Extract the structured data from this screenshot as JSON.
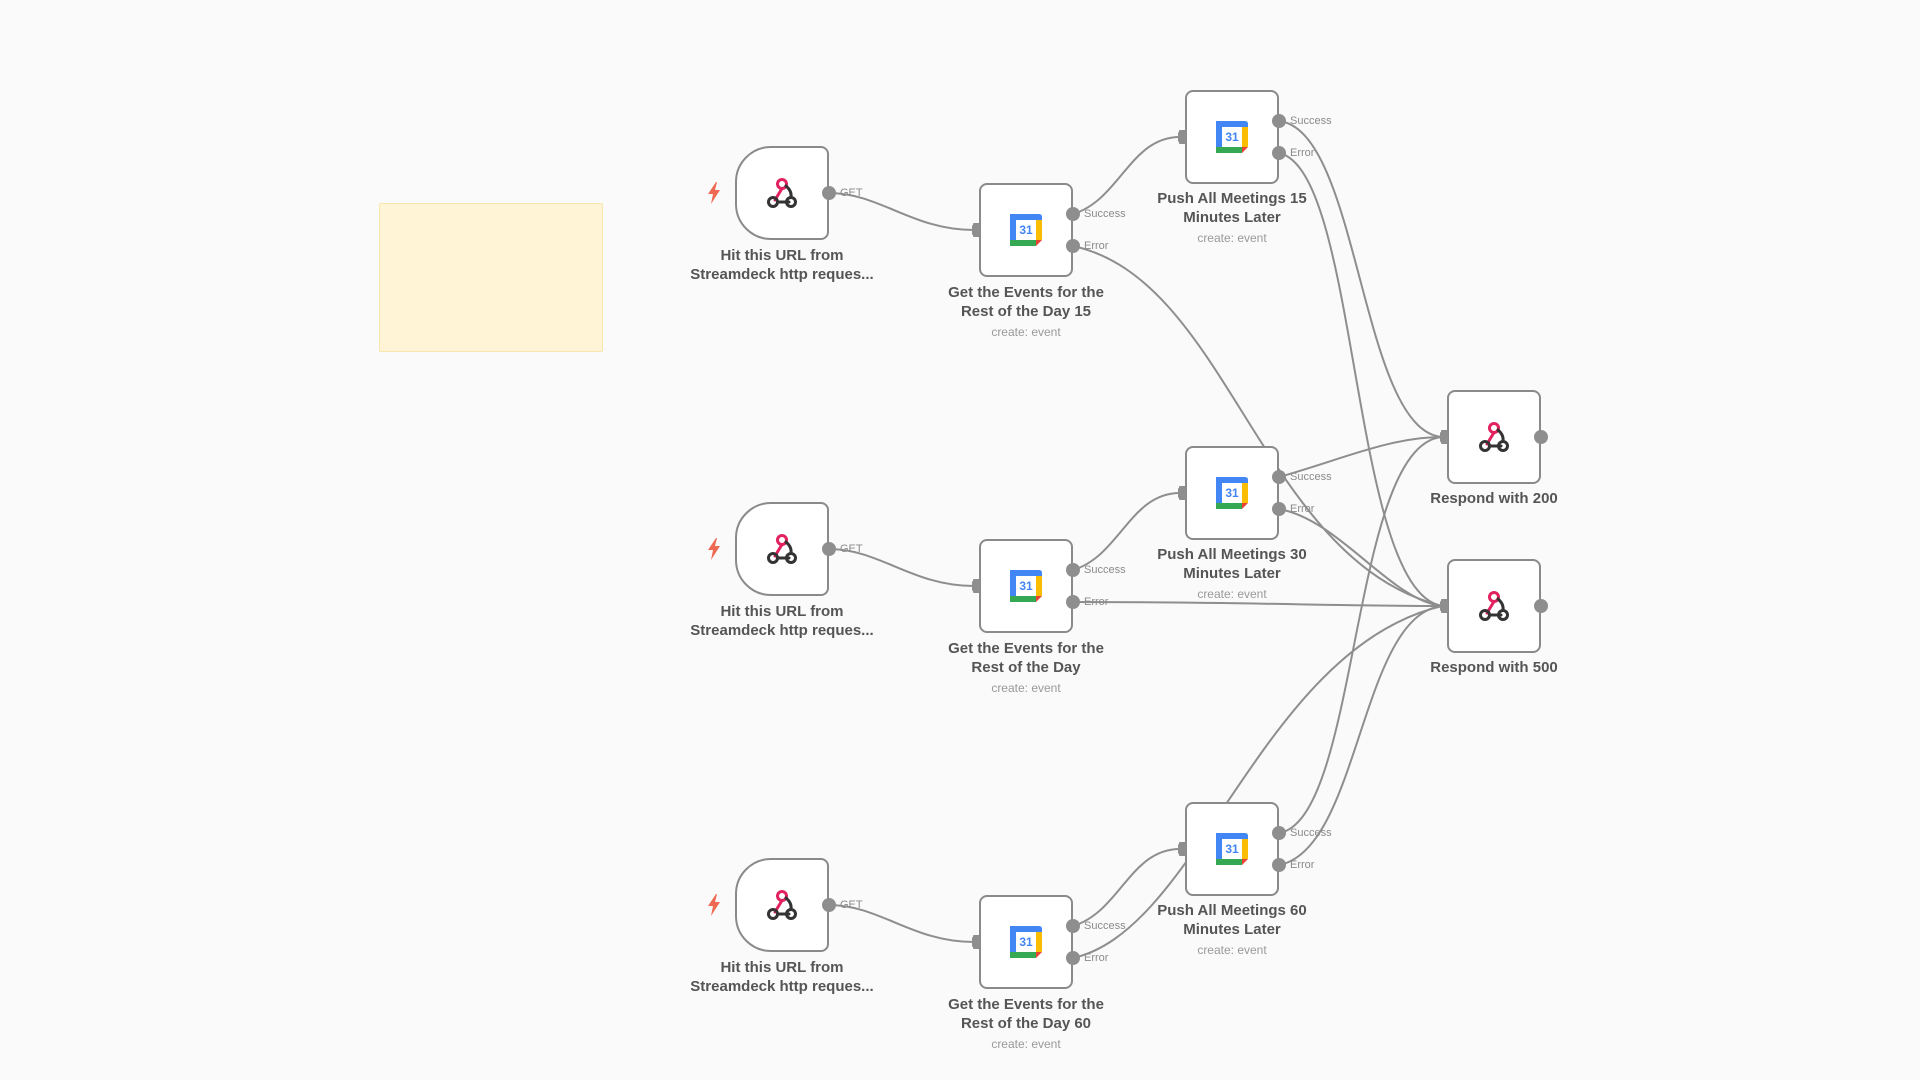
{
  "nodes": {
    "trigger15": {
      "title_line1": "Hit this URL from",
      "title_line2": "Streamdeck http reques...",
      "port_label": "GET"
    },
    "trigger30": {
      "title_line1": "Hit this URL from",
      "title_line2": "Streamdeck http reques...",
      "port_label": "GET"
    },
    "trigger60": {
      "title_line1": "Hit this URL from",
      "title_line2": "Streamdeck http reques...",
      "port_label": "GET"
    },
    "getEvents15": {
      "title_line1": "Get the Events for the",
      "title_line2": "Rest of the Day 15",
      "subtitle": "create: event",
      "success_label": "Success",
      "error_label": "Error",
      "icon_text": "31"
    },
    "getEvents30": {
      "title_line1": "Get the Events for the",
      "title_line2": "Rest of the Day",
      "subtitle": "create: event",
      "success_label": "Success",
      "error_label": "Error",
      "icon_text": "31"
    },
    "getEvents60": {
      "title_line1": "Get the Events for the",
      "title_line2": "Rest of the Day 60",
      "subtitle": "create: event",
      "success_label": "Success",
      "error_label": "Error",
      "icon_text": "31"
    },
    "push15": {
      "title_line1": "Push All Meetings 15",
      "title_line2": "Minutes Later",
      "subtitle": "create: event",
      "success_label": "Success",
      "error_label": "Error",
      "icon_text": "31"
    },
    "push30": {
      "title_line1": "Push All Meetings 30",
      "title_line2": "Minutes Later",
      "subtitle": "create: event",
      "success_label": "Success",
      "error_label": "Error",
      "icon_text": "31"
    },
    "push60": {
      "title_line1": "Push All Meetings 60",
      "title_line2": "Minutes Later",
      "subtitle": "create: event",
      "success_label": "Success",
      "error_label": "Error",
      "icon_text": "31"
    },
    "respond200": {
      "title": "Respond with 200"
    },
    "respond500": {
      "title": "Respond with 500"
    }
  },
  "icons": {
    "trigger": "webhook-icon",
    "calendar": "google-calendar-icon",
    "respond": "webhook-icon",
    "trigger_marker": "lightning-bolt-icon"
  },
  "colors": {
    "canvas_bg": "#fafafa",
    "sticky_note": "#fff5d6",
    "node_border": "#8a8a8a",
    "edge": "#8e8e8e",
    "trigger_bolt": "#ef6a53",
    "webhook_pink": "#e2215f",
    "gcal_blue": "#4285f4",
    "gcal_green": "#34a853",
    "gcal_yellow": "#fbbc04",
    "gcal_red": "#ea4335"
  }
}
